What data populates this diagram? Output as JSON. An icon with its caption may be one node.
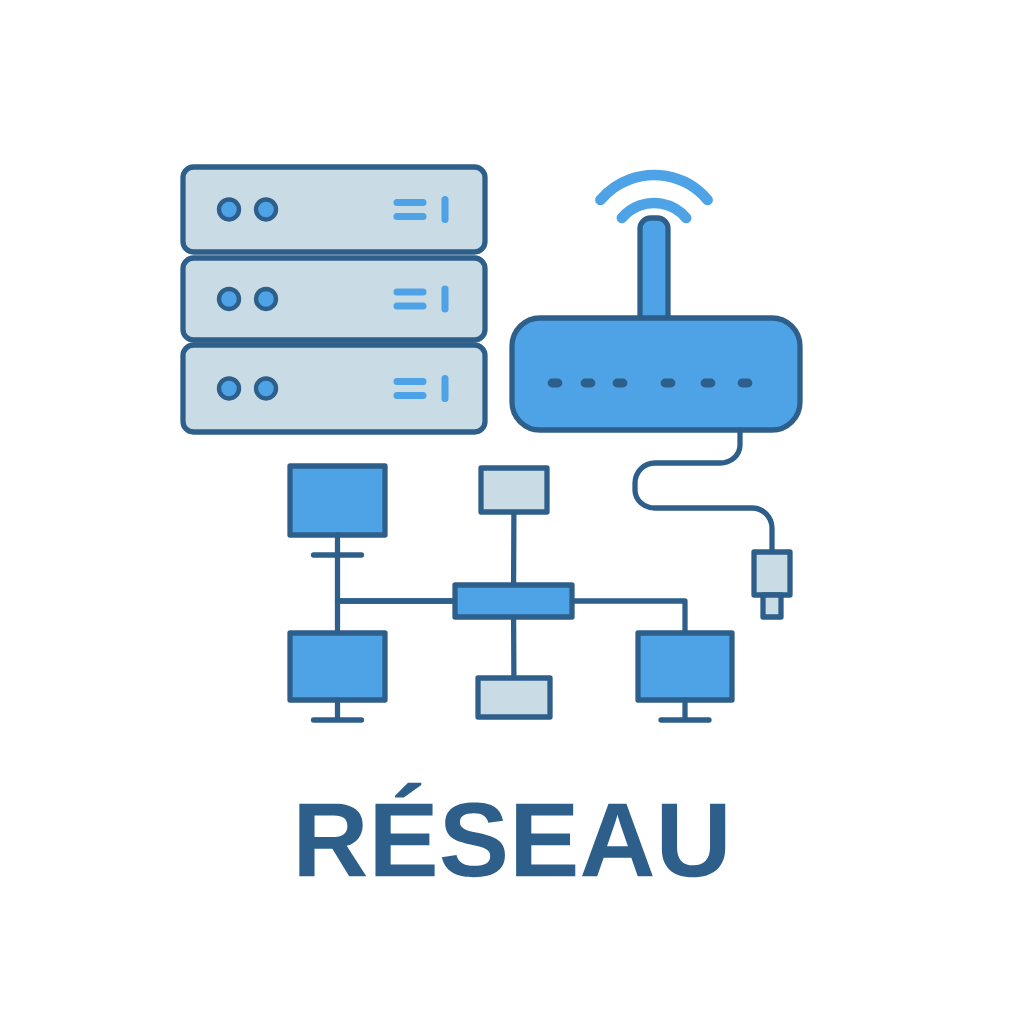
{
  "diagram": {
    "title": "RÉSEAU",
    "nodes": [
      {
        "text": [],
        "shape": "monitor"
      },
      {
        "text": [],
        "shape": "box"
      },
      {
        "text": [],
        "shape": "bar"
      },
      {
        "text": [],
        "shape": "monitor"
      },
      {
        "text": [],
        "shape": "box"
      },
      {
        "text": [],
        "shape": "monitor"
      }
    ],
    "edges": [
      {
        "from": 2,
        "to": 0,
        "arrow": "none"
      },
      {
        "from": 2,
        "to": 1,
        "arrow": "none"
      },
      {
        "from": 2,
        "to": 3,
        "arrow": "none"
      },
      {
        "from": 2,
        "to": 4,
        "arrow": "none"
      },
      {
        "from": 2,
        "to": 5,
        "arrow": "none"
      }
    ]
  }
}
